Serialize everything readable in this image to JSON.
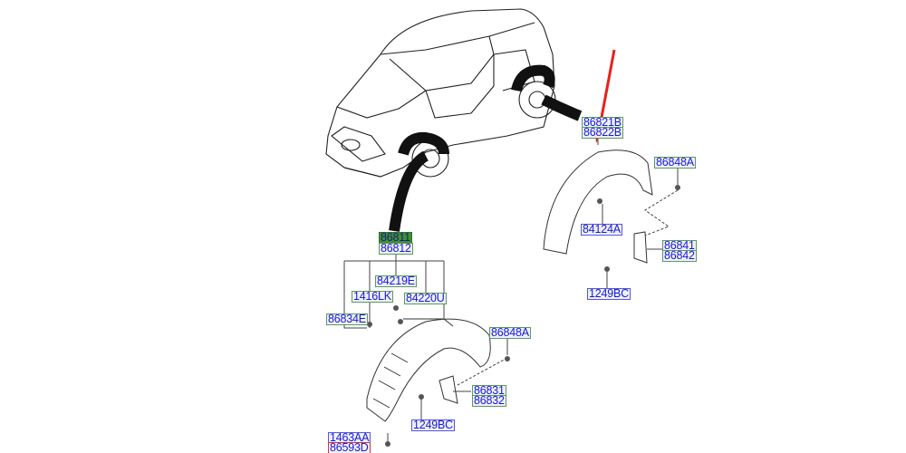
{
  "front": {
    "labels": [
      "86811",
      "86812",
      "84219E",
      "1416LK",
      "84220U",
      "86834E",
      "86848A",
      "86831",
      "86832",
      "1249BC",
      "1463AA",
      "86593D"
    ]
  },
  "rear": {
    "labels": [
      "86821B",
      "86822B",
      "86848A",
      "84124A",
      "86841",
      "86842",
      "1249BC"
    ]
  },
  "colors": {
    "label_text": "#1a1ad0",
    "highlight": "#3f8f2f",
    "arrow": "#e8201a"
  }
}
